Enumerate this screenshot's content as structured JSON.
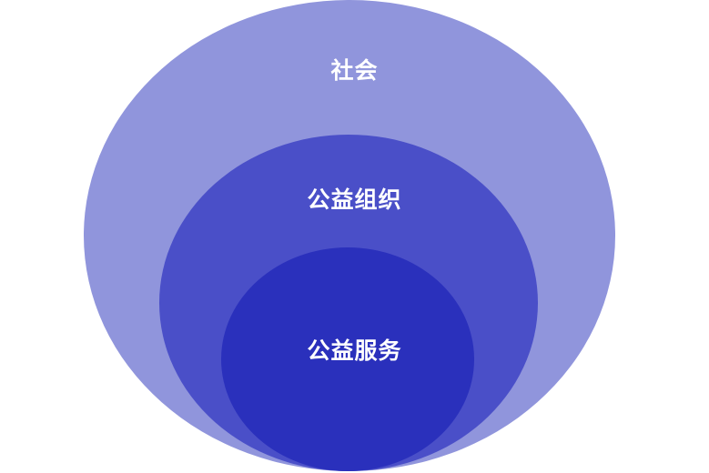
{
  "diagram": {
    "type": "nested-circles",
    "layers": [
      {
        "label": "社会",
        "color": "#9095dc"
      },
      {
        "label": "公益组织",
        "color": "#4a4fc8"
      },
      {
        "label": "公益服务",
        "color": "#2a30bc"
      }
    ]
  }
}
